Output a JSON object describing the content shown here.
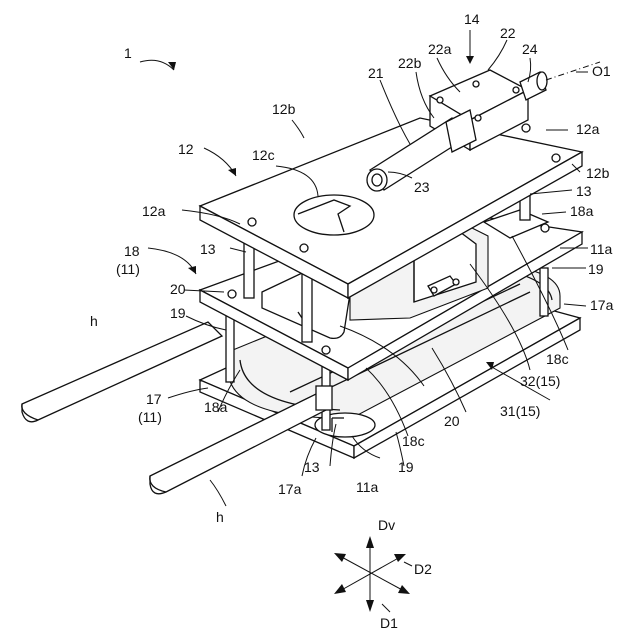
{
  "labels": {
    "l1": "1",
    "l14": "14",
    "l22": "22",
    "l22a": "22a",
    "l24": "24",
    "l22b": "22b",
    "l21": "21",
    "lO1": "O1",
    "l12b_top": "12b",
    "l12a_right": "12a",
    "l12": "12",
    "l12c": "12c",
    "l23": "23",
    "l12b_right": "12b",
    "l13_right": "13",
    "l12a_left": "12a",
    "l18a_right": "18a",
    "l18": "18",
    "l11_a": "(11)",
    "l13_left": "13",
    "l11a_right": "11a",
    "l19_right": "19",
    "l20_left": "20",
    "l17a_right": "17a",
    "lh_upper": "h",
    "l19_left": "19",
    "l18c_right": "18c",
    "l32": "32(15)",
    "l17": "17",
    "l11_b": "(11)",
    "l18a_left": "18a",
    "l20_center": "20",
    "l31": "31(15)",
    "l18c_center": "18c",
    "l13_bottom": "13",
    "l19_bottom": "19",
    "l17a_bottom": "17a",
    "l11a_bottom": "11a",
    "lh_lower": "h",
    "lDv": "Dv",
    "lD2": "D2",
    "lD1": "D1"
  }
}
